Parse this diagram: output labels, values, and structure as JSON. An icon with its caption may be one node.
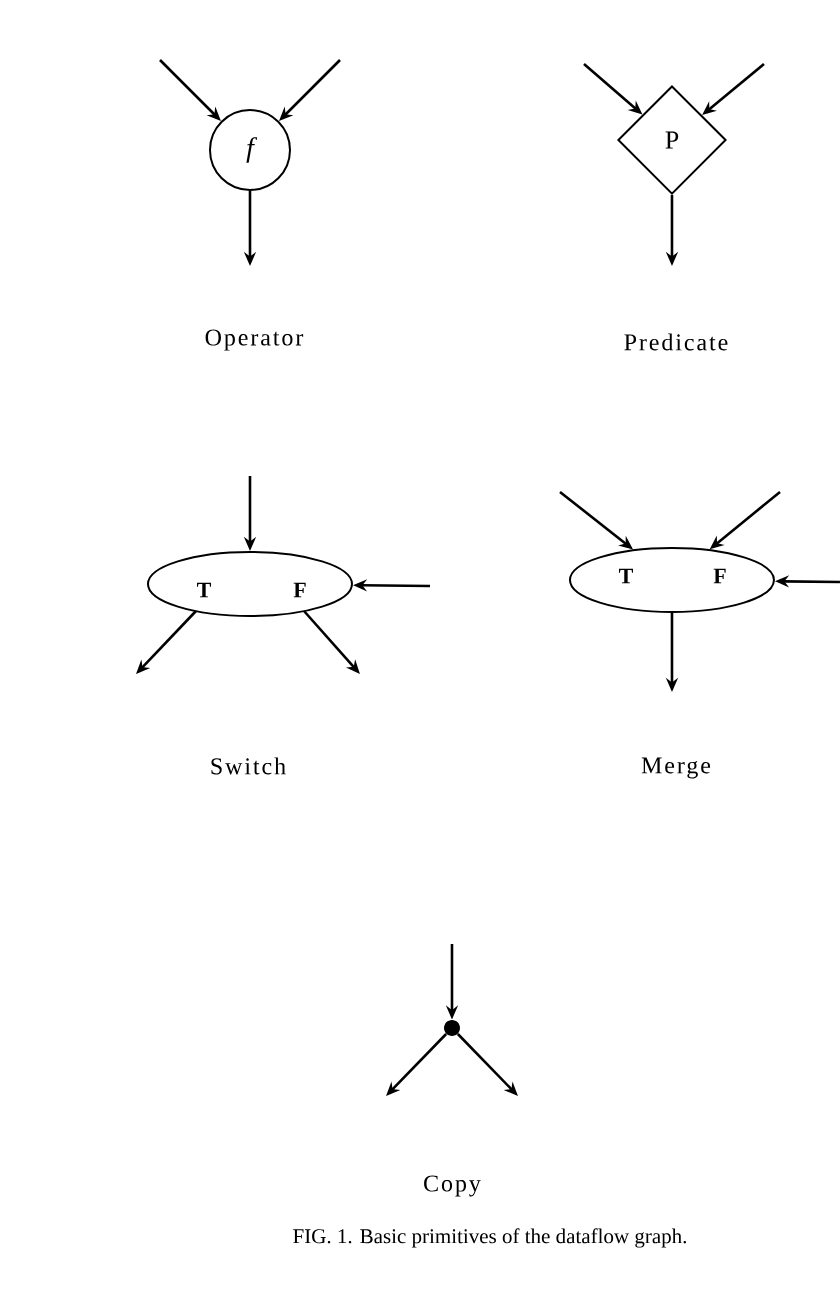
{
  "diagram": {
    "caption": "FIG. 1. Basic primitives of the dataflow graph.",
    "nodes": [
      {
        "text": [
          "f"
        ]
      },
      {
        "text": [
          "P"
        ]
      },
      {
        "text": [
          "T",
          "F"
        ]
      },
      {
        "text": [
          "T",
          "F"
        ]
      },
      {
        "text": [],
        "shape": "circle"
      }
    ],
    "edges": [
      {
        "from": null,
        "to": 0,
        "arrow": "to"
      },
      {
        "from": null,
        "to": 0,
        "arrow": "to"
      },
      {
        "from": 0,
        "to": null,
        "arrow": "to"
      },
      {
        "from": null,
        "to": 1,
        "arrow": "to"
      },
      {
        "from": null,
        "to": 1,
        "arrow": "to"
      },
      {
        "from": 1,
        "to": null,
        "arrow": "to"
      },
      {
        "from": null,
        "to": 2,
        "arrow": "to"
      },
      {
        "from": null,
        "to": 2,
        "arrow": "to"
      },
      {
        "from": 2,
        "to": null,
        "arrow": "to"
      },
      {
        "from": 2,
        "to": null,
        "arrow": "to"
      },
      {
        "from": null,
        "to": 3,
        "arrow": "to"
      },
      {
        "from": null,
        "to": 3,
        "arrow": "to"
      },
      {
        "from": null,
        "to": 3,
        "arrow": "to"
      },
      {
        "from": 3,
        "to": null,
        "arrow": "to"
      },
      {
        "from": null,
        "to": 4,
        "arrow": "to"
      },
      {
        "from": 4,
        "to": null,
        "arrow": "to"
      },
      {
        "from": 4,
        "to": null,
        "arrow": "to"
      }
    ],
    "labels": [
      "Operator",
      "Predicate",
      "Switch",
      "Merge",
      "Copy"
    ]
  }
}
